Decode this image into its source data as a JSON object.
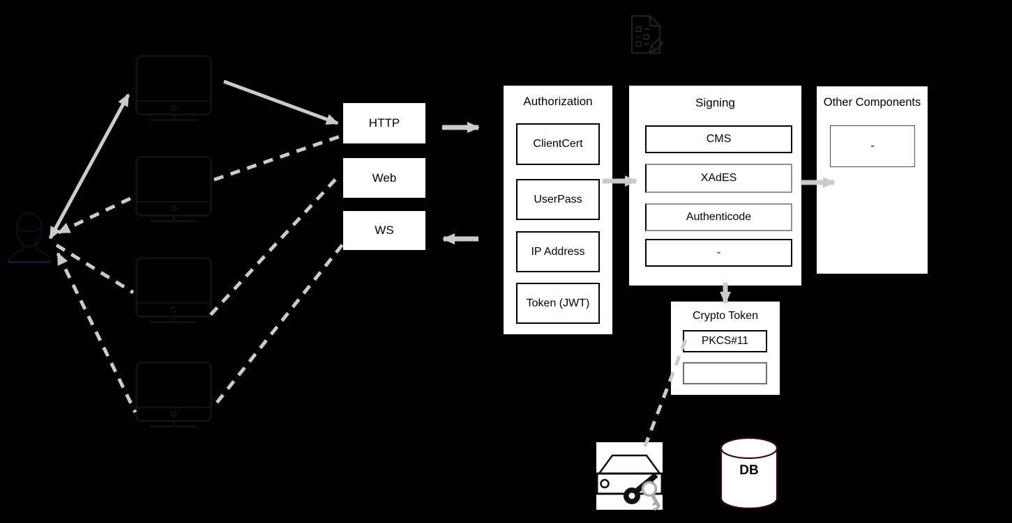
{
  "background": "#000000",
  "arrow_color": "#cbcbcb",
  "nodes": {
    "http": {
      "label": "HTTP"
    },
    "web": {
      "label": "Web"
    },
    "ws": {
      "label": "WS"
    }
  },
  "authorization": {
    "title": "Authorization",
    "items": [
      {
        "label": "ClientCert"
      },
      {
        "label": "UserPass"
      },
      {
        "label": "IP Address"
      },
      {
        "label": "Token (JWT)"
      }
    ]
  },
  "signing": {
    "title": "Signing",
    "items": [
      {
        "label": "CMS"
      },
      {
        "label": "XAdES"
      },
      {
        "label": "Authenticode"
      },
      {
        "label": "-"
      }
    ]
  },
  "other_components": {
    "title": "Other Components",
    "items": [
      {
        "label": "-"
      }
    ]
  },
  "crypto_token": {
    "title": "Crypto Token",
    "items": [
      {
        "label": "PKCS#11"
      },
      {
        "label": ""
      }
    ]
  },
  "database": {
    "label": "DB"
  },
  "icons": {
    "user": "user-silhouette-icon",
    "clients": "desktop-monitor-icon",
    "document": "document-signing-icon",
    "hsm": "hsm-device-with-keys-icon",
    "database": "database-cylinder-icon"
  }
}
